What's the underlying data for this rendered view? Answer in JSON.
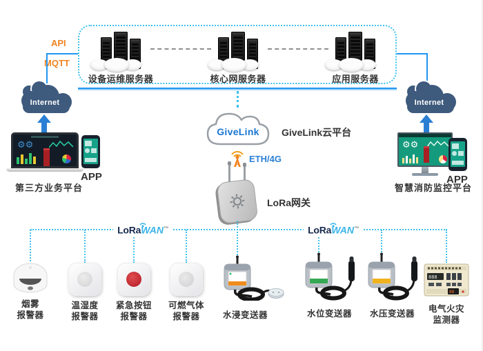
{
  "top": {
    "api": "API",
    "mqtt": "MQTT",
    "servers": [
      {
        "label": "设备运维服务器"
      },
      {
        "label": "核心网服务器"
      },
      {
        "label": "应用服务器"
      }
    ]
  },
  "internet": {
    "label": "Internet"
  },
  "cloud": {
    "name": "GiveLink",
    "platform_label": "GiveLink云平台",
    "link_label": "ETH/4G"
  },
  "gateway": {
    "label": "LoRa网关"
  },
  "lorawan": {
    "lora": "LoRa",
    "wan": "WAN",
    "tm": "™"
  },
  "left_platform": {
    "app": "APP",
    "label": "第三方业务平台"
  },
  "right_platform": {
    "app": "APP",
    "label": "智慧消防监控平台"
  },
  "devices": [
    {
      "line1": "烟雾",
      "line2": "报警器"
    },
    {
      "line1": "温湿度",
      "line2": "报警器"
    },
    {
      "line1": "紧急按钮",
      "line2": "报警器"
    },
    {
      "line1": "可燃气体",
      "line2": "报警器"
    },
    {
      "line1": "水浸变送器",
      "line2": ""
    },
    {
      "line1": "水位变送器",
      "line2": ""
    },
    {
      "line1": "水压变送器",
      "line2": ""
    },
    {
      "line1": "电气火灾",
      "line2": "监测器"
    }
  ],
  "colors": {
    "accent_cyan": "#3bc1ee",
    "accent_blue": "#2095f2",
    "accent_orange": "#f08421",
    "cloud_navy": "#3e5a7d",
    "givelink_blue": "#1976d2",
    "alarm_red": "#c8232c"
  }
}
